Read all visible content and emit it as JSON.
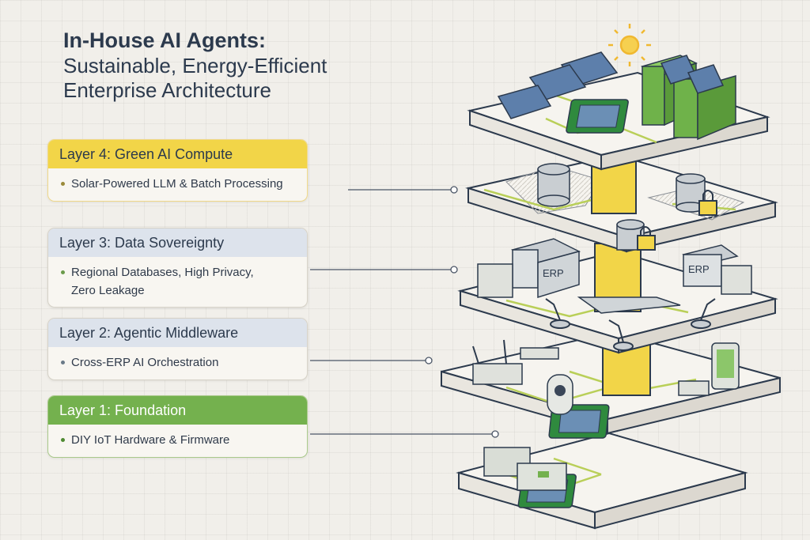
{
  "title": {
    "line1": "In-House AI Agents:",
    "line2": "Sustainable, Energy-Efficient",
    "line3": "Enterprise Architecture"
  },
  "layers": [
    {
      "heading": "Layer 4: Green AI Compute",
      "bullets": [
        "Solar-Powered LLM & Batch Processing"
      ],
      "accent": "#f2d548"
    },
    {
      "heading": "Layer 3: Data Sovereignty",
      "bullets": [
        "Regional Databases, High Privacy,",
        "Zero Leakage"
      ],
      "accent": "#dde3ec"
    },
    {
      "heading": "Layer 2: Agentic Middleware",
      "bullets": [
        "Cross-ERP AI Orchestration"
      ],
      "accent": "#dde3ec"
    },
    {
      "heading": "Layer 1: Foundation",
      "bullets": [
        "DIY IoT Hardware & Firmware"
      ],
      "accent": "#74b14e"
    }
  ],
  "erp_labels": [
    "ERP",
    "ERP"
  ],
  "colors": {
    "yellow": "#f2d548",
    "green": "#74b14e",
    "blue_gray": "#dde3ec",
    "server_green": "#6fb24a",
    "ink": "#2c3a4d"
  }
}
